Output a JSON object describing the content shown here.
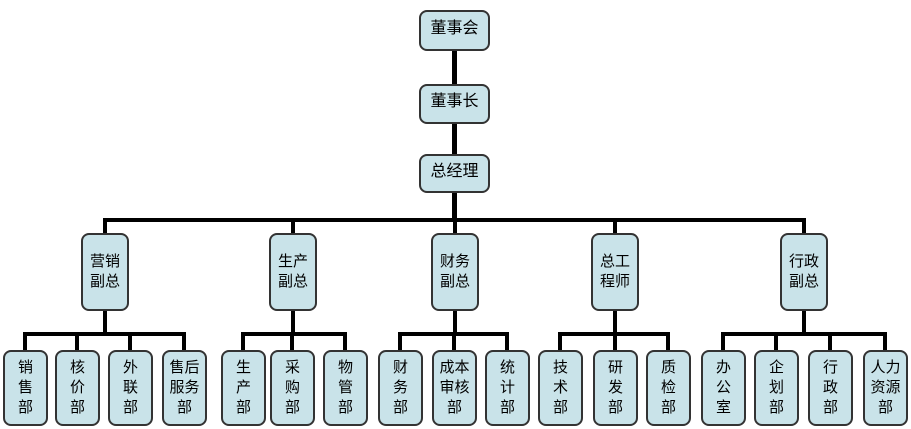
{
  "palette": {
    "box_fill": "#c9e3e9",
    "box_border": "#333333",
    "line_color": "#000000",
    "background": "#ffffff"
  },
  "org": {
    "board": {
      "label": "董事会"
    },
    "chairman": {
      "label": "董事长"
    },
    "gm": {
      "label": "总经理"
    },
    "branches": [
      {
        "label": "营销\n副总",
        "children": [
          {
            "label": "销\n售\n部"
          },
          {
            "label": "核\n价\n部"
          },
          {
            "label": "外\n联\n部"
          },
          {
            "label": "售后\n服务\n部"
          }
        ]
      },
      {
        "label": "生产\n副总",
        "children": [
          {
            "label": "生\n产\n部"
          },
          {
            "label": "采\n购\n部"
          },
          {
            "label": "物\n管\n部"
          }
        ]
      },
      {
        "label": "财务\n副总",
        "children": [
          {
            "label": "财\n务\n部"
          },
          {
            "label": "成本\n审核\n部"
          },
          {
            "label": "统\n计\n部"
          }
        ]
      },
      {
        "label": "总工\n程师",
        "children": [
          {
            "label": "技\n术\n部"
          },
          {
            "label": "研\n发\n部"
          },
          {
            "label": "质\n检\n部"
          }
        ]
      },
      {
        "label": "行政\n副总",
        "children": [
          {
            "label": "办\n公\n室"
          },
          {
            "label": "企\n划\n部"
          },
          {
            "label": "行\n政\n部"
          },
          {
            "label": "人力\n资源\n部"
          }
        ]
      }
    ]
  }
}
